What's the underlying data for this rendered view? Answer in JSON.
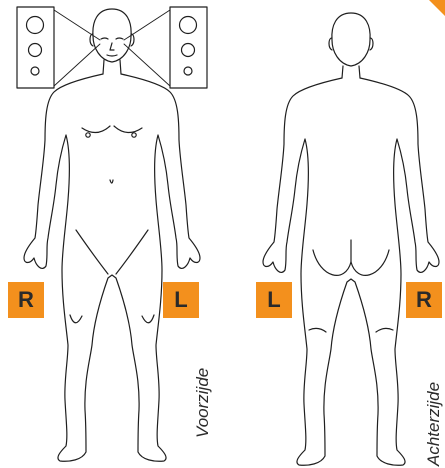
{
  "colors": {
    "accent": "#f3901d",
    "outline": "#1f1f1f",
    "text": "#2a2a2a"
  },
  "front_view": {
    "right_label": "R",
    "left_label": "L",
    "caption": "Voorzijde"
  },
  "back_view": {
    "left_label": "L",
    "right_label": "R",
    "caption": "Achterzijde"
  },
  "icons": [
    "speaker-icon",
    "speaker-icon",
    "sound-beam-icon"
  ]
}
